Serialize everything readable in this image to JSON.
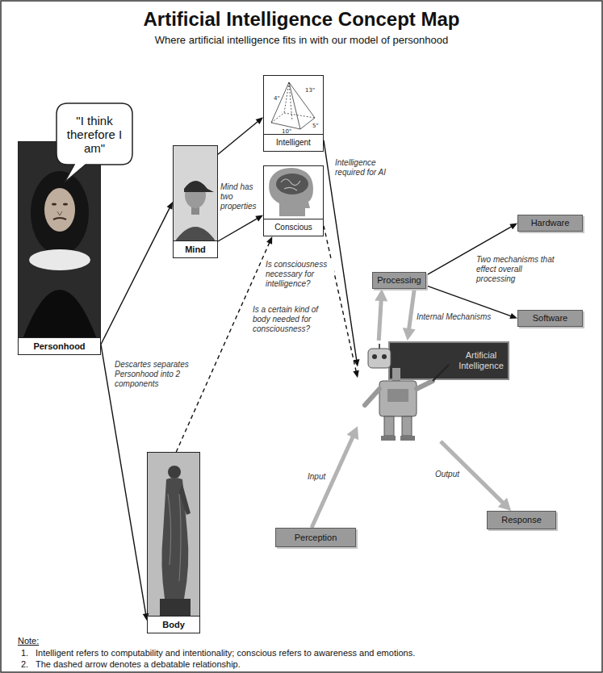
{
  "diagram": {
    "title": "Artificial Intelligence Concept Map",
    "nodes": [
      {
        "text": [
          "Personhood"
        ]
      },
      {
        "text": [
          "\"I think therefore I am\""
        ]
      },
      {
        "text": [
          "Mind"
        ]
      },
      {
        "text": [
          "Intelligent"
        ]
      },
      {
        "text": [
          "Conscious"
        ]
      },
      {
        "text": [
          "Body"
        ]
      },
      {
        "text": [
          "Artificial Intelligence"
        ]
      },
      {
        "text": [
          "Processing"
        ]
      },
      {
        "text": [
          "Hardware"
        ]
      },
      {
        "text": [
          "Software"
        ]
      },
      {
        "text": [
          "Perception"
        ]
      },
      {
        "text": [
          "Response"
        ]
      }
    ],
    "edges": [
      {
        "from": 0,
        "to": 2,
        "arrow": "to"
      },
      {
        "from": 0,
        "to": 5,
        "arrow": "to"
      },
      {
        "from": 2,
        "to": 3,
        "arrow": "to"
      },
      {
        "from": 2,
        "to": 4,
        "arrow": "to"
      },
      {
        "from": 3,
        "to": 6,
        "label": "Intelligence required for AI",
        "arrow": "to"
      },
      {
        "from": 4,
        "to": 6,
        "label": "Is consciousness necessary for intelligence?",
        "arrow": "to"
      },
      {
        "from": 5,
        "to": 4,
        "label": "Is a certain kind of body needed for consciousness?",
        "arrow": "to"
      },
      {
        "from": 10,
        "to": 6,
        "label": "Input",
        "arrow": "to"
      },
      {
        "from": 6,
        "to": 11,
        "label": "Output",
        "arrow": "to"
      },
      {
        "from": 6,
        "to": 7,
        "arrow": "to"
      },
      {
        "from": 7,
        "to": 6,
        "arrow": "to"
      },
      {
        "from": 7,
        "to": 8,
        "arrow": "to"
      },
      {
        "from": 7,
        "to": 9,
        "arrow": "to"
      }
    ],
    "labels": [
      "Where artificial intelligence fits in with our model of personhood",
      "Descartes separates Personhood into 2 components",
      "Mind has two properties",
      "Internal Mechanisms",
      "Two mechanisms that effect overall processing",
      "13\"",
      "4\"",
      "5\"",
      "10\"",
      "Note:",
      "1.",
      "Intelligent refers to computability and intentionality; conscious refers to awareness and emotions.",
      "2.",
      "The dashed arrow denotes a debatable relationship."
    ]
  }
}
